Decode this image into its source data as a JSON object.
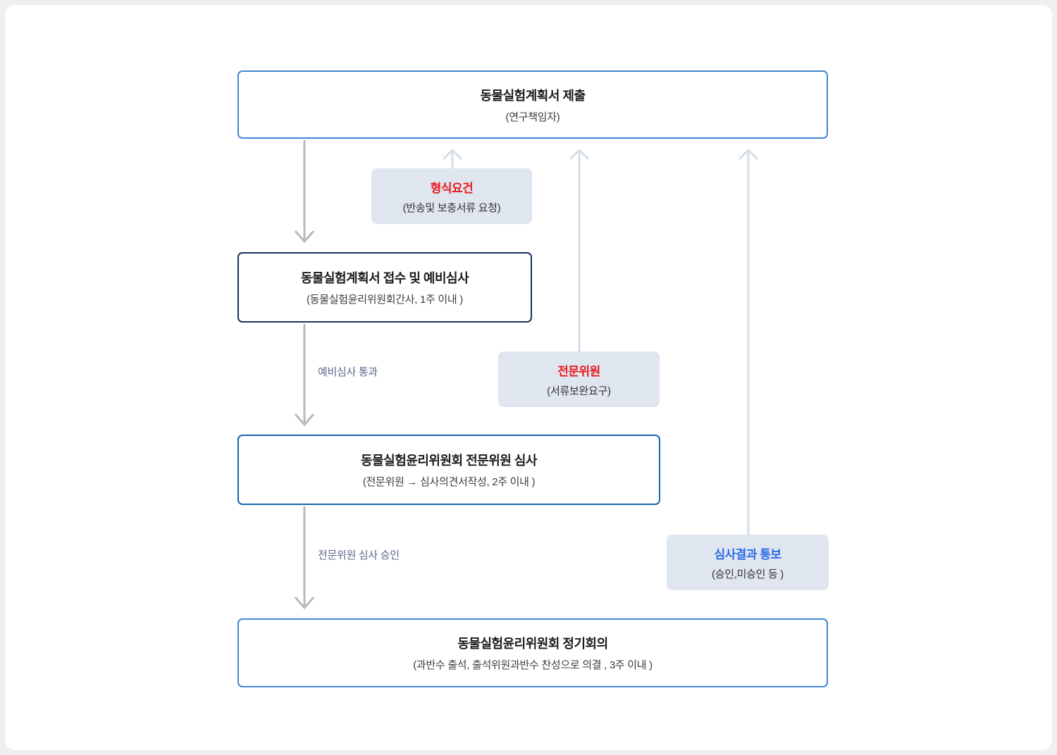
{
  "page": {
    "background_color": "#efefef",
    "card_color": "#ffffff"
  },
  "flow": {
    "boxes": [
      {
        "id": "submit",
        "title": "동물실험계획서 제출",
        "subtitle": "(연구책임자)",
        "border_color": "#4186d5"
      },
      {
        "id": "receipt",
        "title": "동물실험계획서 접수 및 예비심사",
        "subtitle": "(동물실험윤리위원회간사, 1주 이내 )",
        "border_color": "#17315c"
      },
      {
        "id": "review",
        "title": "동물실험윤리위원회 전문위원 심사",
        "subtitle": "(전문위원 → 심사의견서작성, 2주 이내 )",
        "border_color": "#1566b1"
      },
      {
        "id": "meeting",
        "title": "동물실험윤리위원회 정기회의",
        "subtitle": "(과반수 출석, 출석위원과반수 찬성으로 의결 , 3주 이내 )",
        "border_color": "#4186d5"
      }
    ],
    "callouts": [
      {
        "id": "formal-requirements",
        "title": "형식요건",
        "subtitle": "(반송및 보충서류 요청)",
        "title_color": "#e8191f",
        "background": "#dfe6ef"
      },
      {
        "id": "expert-member",
        "title": "전문위원",
        "subtitle": "(서류보완요구)",
        "title_color": "#e8191f",
        "background": "#dfe6ef"
      },
      {
        "id": "result-notice",
        "title": "심사결과 통보",
        "subtitle": "(승인,미승인 등 )",
        "title_color": "#2e6be4",
        "background": "#dfe6ef"
      }
    ],
    "edge_labels": [
      {
        "id": "preliminary-pass",
        "text": "예비심사 통과"
      },
      {
        "id": "expert-approval",
        "text": "전문위원 심사 승인"
      }
    ],
    "colors": {
      "down_arrow": "#b9b9b9",
      "up_arrow": "#d3deea"
    }
  }
}
